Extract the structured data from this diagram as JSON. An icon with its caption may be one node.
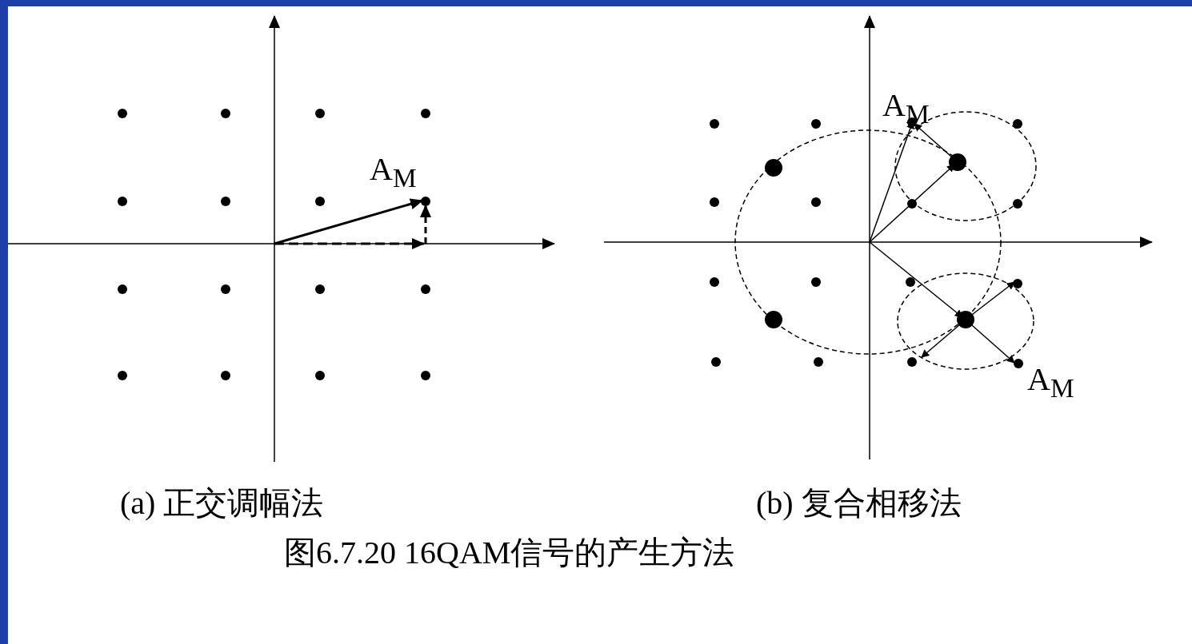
{
  "diagram": {
    "caption": "图6.7.20  16QAM信号的产生方法",
    "labels": [
      "A$_{M}$",
      "(a) 正交调幅法",
      "A$_{M}$",
      "A$_{M}$",
      "(b) 复合相移法"
    ]
  }
}
